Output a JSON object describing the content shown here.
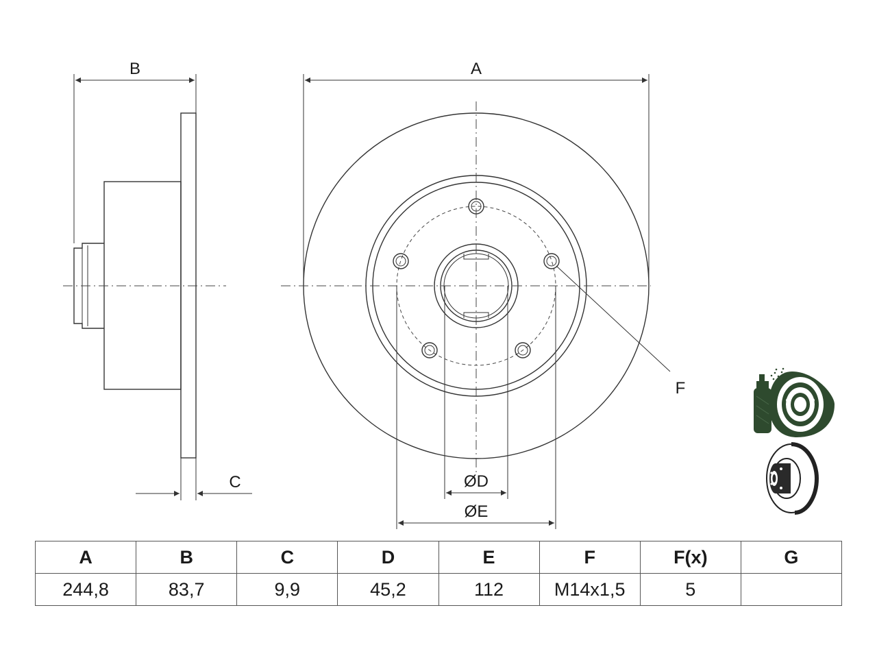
{
  "labels": {
    "A": "A",
    "B": "B",
    "C": "C",
    "D": "ØD",
    "E": "ØE",
    "F": "F"
  },
  "icons": [
    "spray-can-coated-disc-icon",
    "brake-disc-with-hub-icon"
  ],
  "table": {
    "headers": [
      "A",
      "B",
      "C",
      "D",
      "E",
      "F",
      "F(x)",
      "G"
    ],
    "values": [
      "244,8",
      "83,7",
      "9,9",
      "45,2",
      "112",
      "M14x1,5",
      "5",
      ""
    ]
  }
}
